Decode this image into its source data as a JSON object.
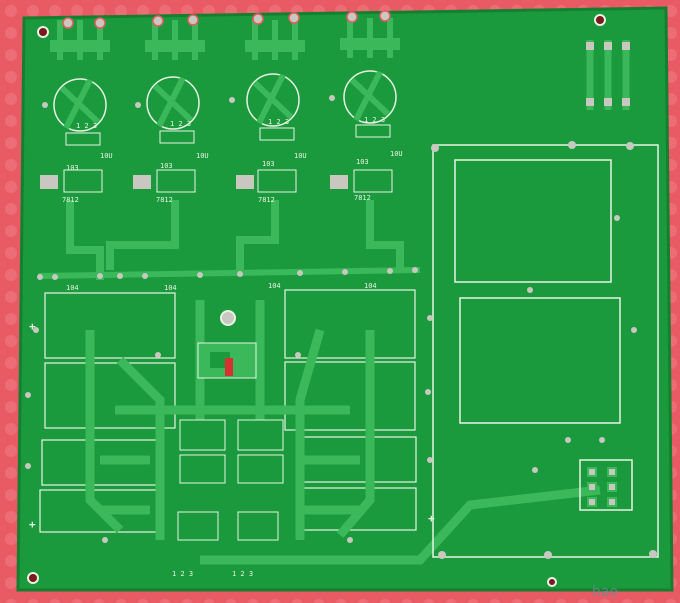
{
  "scene": {
    "description_kind": "photo",
    "colors": {
      "background": "#e85a64",
      "background_dot": "#f07a82",
      "board": "#1a9a3c",
      "board_edge": "#14802f",
      "trace": "#3ab85a",
      "silkscreen": "#e8f3e4",
      "pad": "#c8c8c0",
      "drill": "#7a1a1a"
    }
  },
  "silkscreen": {
    "pinout": "1 2 3",
    "cap": "10U",
    "cap_code": "103",
    "resistor_code": "104",
    "regulator": "7812",
    "plus": "+"
  },
  "watermark": "hao"
}
